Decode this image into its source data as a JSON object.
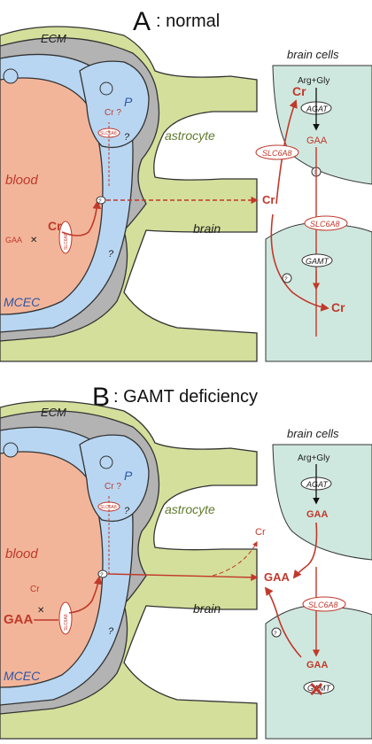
{
  "panelA": {
    "letter": "A",
    "title": ": normal",
    "ecm": "ECM",
    "brain_cells": "brain cells",
    "blood": "blood",
    "mcec": "MCEC",
    "p": "P",
    "astrocyte": "astrocyte",
    "brain": "brain",
    "cr_q": "Cr ?",
    "slc_small": "SLC6A8",
    "q": "?",
    "cr_blood": "Cr",
    "gaa_blood": "GAA",
    "cr_mid": "Cr",
    "arg_gly": "Arg+Gly",
    "agat": "AGAT",
    "gaa_cell": "GAA",
    "cr_cell_top": "Cr",
    "slc_cell": "SLC6A8",
    "slc_label": "SLC6A8",
    "gamt": "GAMT",
    "cr_cell_bottom": "Cr"
  },
  "panelB": {
    "letter": "B",
    "title": ": GAMT deficiency",
    "ecm": "ECM",
    "brain_cells": "brain cells",
    "blood": "blood",
    "mcec": "MCEC",
    "p": "P",
    "astrocyte": "astrocyte",
    "brain": "brain",
    "cr_q": "Cr ?",
    "slc_small": "SLC6A8",
    "q": "?",
    "cr_blood": "Cr",
    "gaa_blood": "GAA",
    "cr_mid": "Cr",
    "gaa_mid": "GAA",
    "arg_gly": "Arg+Gly",
    "agat": "AGAT",
    "gaa_cell": "GAA",
    "slc_label": "SLC6A8",
    "gaa_cell_bottom": "GAA",
    "gamt": "GAMT"
  }
}
